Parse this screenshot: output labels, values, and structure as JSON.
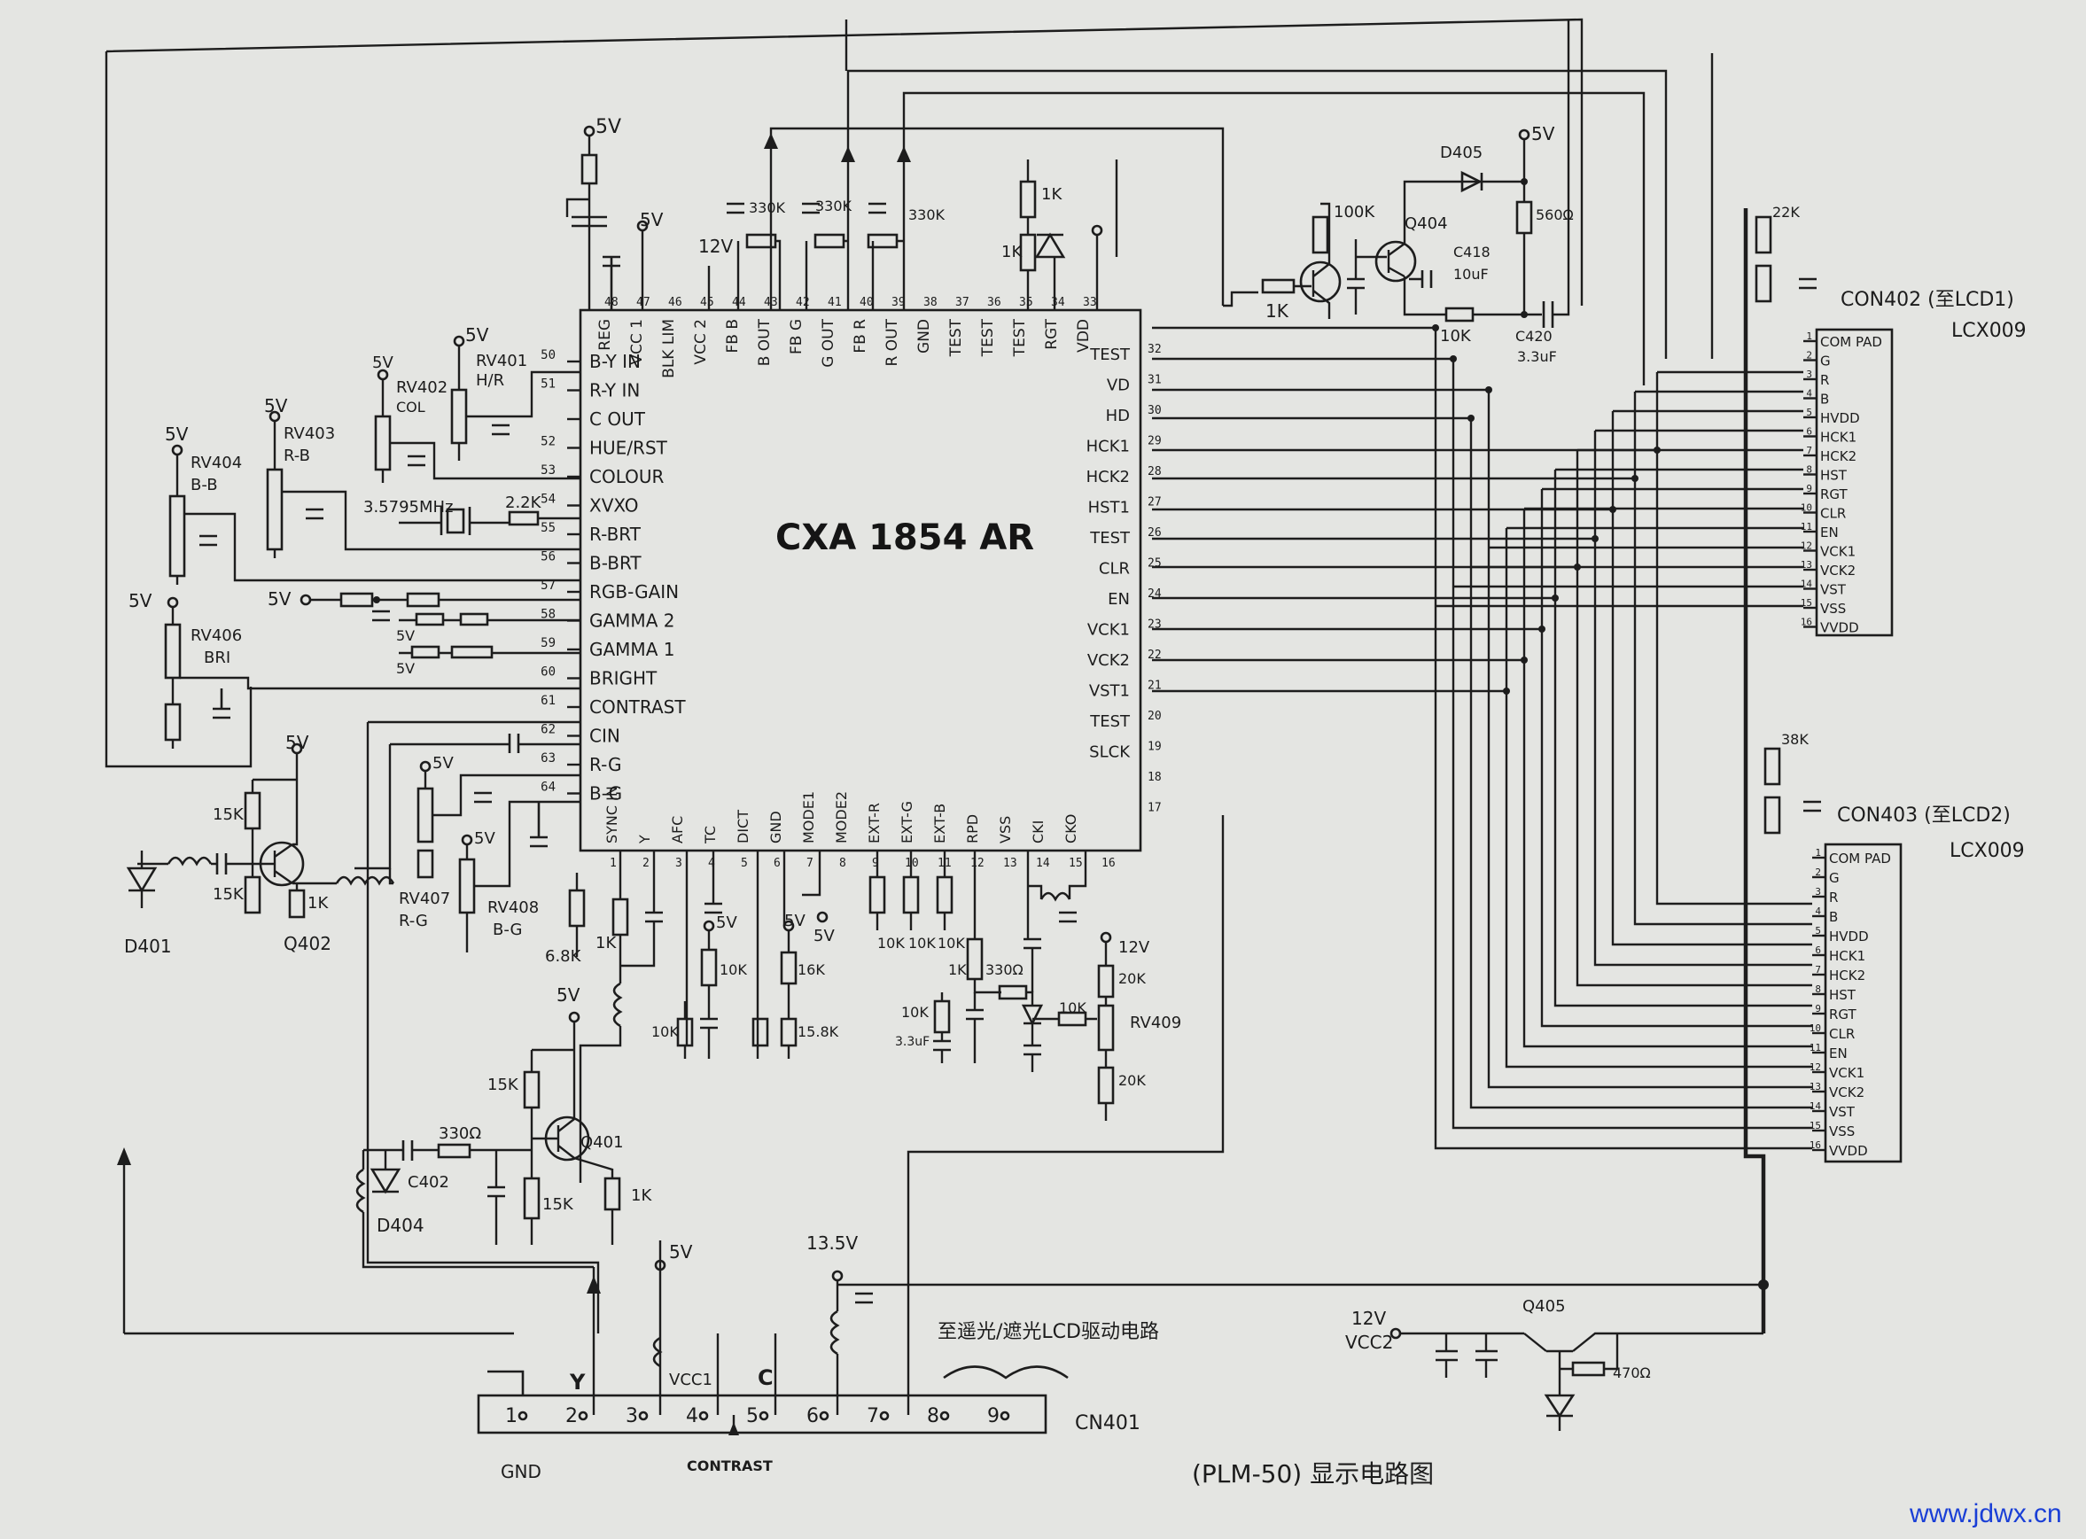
{
  "diagram": {
    "chip": {
      "name": "CXA 1854 AR",
      "left_pins": [
        {
          "num": "50",
          "label": "B-Y IN"
        },
        {
          "num": "51",
          "label": "R-Y IN"
        },
        {
          "num": "",
          "label": "C OUT"
        },
        {
          "num": "52",
          "label": "HUE/RST"
        },
        {
          "num": "53",
          "label": "COLOUR"
        },
        {
          "num": "54",
          "label": "XVXO"
        },
        {
          "num": "55",
          "label": "R-BRT"
        },
        {
          "num": "56",
          "label": "B-BRT"
        },
        {
          "num": "57",
          "label": "RGB-GAIN"
        },
        {
          "num": "58",
          "label": "GAMMA 2"
        },
        {
          "num": "59",
          "label": "GAMMA 1"
        },
        {
          "num": "60",
          "label": "BRIGHT"
        },
        {
          "num": "61",
          "label": "CONTRAST"
        },
        {
          "num": "62",
          "label": "CIN"
        },
        {
          "num": "63",
          "label": "R-G"
        },
        {
          "num": "64",
          "label": "B-G"
        }
      ],
      "top_pins": [
        {
          "num": "48",
          "label": "REG"
        },
        {
          "num": "47",
          "label": "VCC 1"
        },
        {
          "num": "46",
          "label": "BLK LIM"
        },
        {
          "num": "45",
          "label": "VCC 2"
        },
        {
          "num": "44",
          "label": "FB B"
        },
        {
          "num": "43",
          "label": "B OUT"
        },
        {
          "num": "42",
          "label": "FB G"
        },
        {
          "num": "41",
          "label": "G OUT"
        },
        {
          "num": "40",
          "label": "FB R"
        },
        {
          "num": "39",
          "label": "R OUT"
        },
        {
          "num": "38",
          "label": "GND"
        },
        {
          "num": "37",
          "label": "TEST"
        },
        {
          "num": "36",
          "label": "TEST"
        },
        {
          "num": "35",
          "label": "TEST"
        },
        {
          "num": "34",
          "label": "RGT"
        },
        {
          "num": "33",
          "label": "VDD"
        }
      ],
      "right_pins": [
        {
          "num": "32",
          "label": "TEST"
        },
        {
          "num": "31",
          "label": "VD"
        },
        {
          "num": "30",
          "label": "HD"
        },
        {
          "num": "29",
          "label": "HCK1"
        },
        {
          "num": "28",
          "label": "HCK2"
        },
        {
          "num": "27",
          "label": "HST1"
        },
        {
          "num": "26",
          "label": "TEST"
        },
        {
          "num": "25",
          "label": "CLR"
        },
        {
          "num": "24",
          "label": "EN"
        },
        {
          "num": "23",
          "label": "VCK1"
        },
        {
          "num": "22",
          "label": "VCK2"
        },
        {
          "num": "21",
          "label": "VST1"
        },
        {
          "num": "20",
          "label": "TEST"
        },
        {
          "num": "19",
          "label": "SLCK"
        },
        {
          "num": "18",
          "label": ""
        },
        {
          "num": "17",
          "label": ""
        }
      ],
      "bottom_pins": [
        {
          "num": "1",
          "label": "SYNC IN"
        },
        {
          "num": "2",
          "label": "Y"
        },
        {
          "num": "3",
          "label": "AFC"
        },
        {
          "num": "4",
          "label": "TC"
        },
        {
          "num": "5",
          "label": "DICT"
        },
        {
          "num": "6",
          "label": "GND"
        },
        {
          "num": "7",
          "label": "MODE1"
        },
        {
          "num": "8",
          "label": "MODE2"
        },
        {
          "num": "9",
          "label": "EXT-R"
        },
        {
          "num": "10",
          "label": "EXT-G"
        },
        {
          "num": "11",
          "label": "EXT-B"
        },
        {
          "num": "12",
          "label": "RPD"
        },
        {
          "num": "13",
          "label": "VSS"
        },
        {
          "num": "14",
          "label": "CKI"
        },
        {
          "num": "15",
          "label": "CKO"
        },
        {
          "num": "16",
          "label": ""
        }
      ]
    },
    "connectors": {
      "con402": {
        "title": "CON402 (至LCD1)",
        "model": "LCX009",
        "pins": [
          "COM PAD",
          "G",
          "R",
          "B",
          "HVDD",
          "HCK1",
          "HCK2",
          "HST",
          "RGT",
          "CLR",
          "EN",
          "VCK1",
          "VCK2",
          "VST",
          "VSS",
          "VVDD"
        ]
      },
      "con403": {
        "title": "CON403 (至LCD2)",
        "model": "LCX009",
        "pins": [
          "COM PAD",
          "G",
          "R",
          "B",
          "HVDD",
          "HCK1",
          "HCK2",
          "HST",
          "RGT",
          "CLR",
          "EN",
          "VCK1",
          "VCK2",
          "VST",
          "VSS",
          "VVDD"
        ]
      },
      "cn401": {
        "label": "CN401",
        "pins": [
          "1",
          "2",
          "3",
          "4",
          "5",
          "6",
          "7",
          "8",
          "9"
        ],
        "gnd": "GND",
        "y": "Y",
        "vcc": "VCC1",
        "c": "C",
        "contrast": "CONTRAST",
        "note": "至遥光/遮光LCD驱动电路"
      }
    },
    "labels": {
      "5v": "5V",
      "12v": "12V",
      "13v5": "13.5V",
      "12v_vcc2": "12V",
      "vcc2": "VCC2",
      "rv401": "RV401",
      "rv401_sub": "H/R",
      "rv402": "RV402",
      "rv402_sub": "COL",
      "rv403": "RV403",
      "rv403_sub": "R-B",
      "rv404": "RV404",
      "rv404_sub": "B-B",
      "rv406": "RV406",
      "rv406_sub": "BRI",
      "rv407": "RV407",
      "rv407_sub": "R-G",
      "rv408": "RV408",
      "rv408_sub": "B-G",
      "rv409": "RV409",
      "crystal": "3.5795MHz",
      "r_2k2": "2.2K",
      "r330k": "330K",
      "r1k": "1K",
      "r100k": "100K",
      "r10k": "10K",
      "r15k": "15K",
      "r6k8": "6.8K",
      "r16k": "16K",
      "r15k8": "15.8K",
      "r20k": "20K",
      "r22k": "22K",
      "r38k": "38K",
      "r560": "560Ω",
      "r330": "330Ω",
      "r470": "470Ω",
      "d401": "D401",
      "d404": "D404",
      "d405": "D405",
      "q401": "Q401",
      "q402": "Q402",
      "q404": "Q404",
      "q405": "Q405",
      "c402": "C402",
      "c418": "C418",
      "c418_val": "10uF",
      "c420": "C420",
      "c420_val": "3.3uF",
      "c_3u3": "3.3uF"
    },
    "caption": "(PLM-50) 显示电路图",
    "watermark": "www.jdwx.cn"
  },
  "colors": {
    "paper": "#e4e5e2",
    "ink": "#1d1d1d",
    "watermark": "#1a3fd6"
  }
}
